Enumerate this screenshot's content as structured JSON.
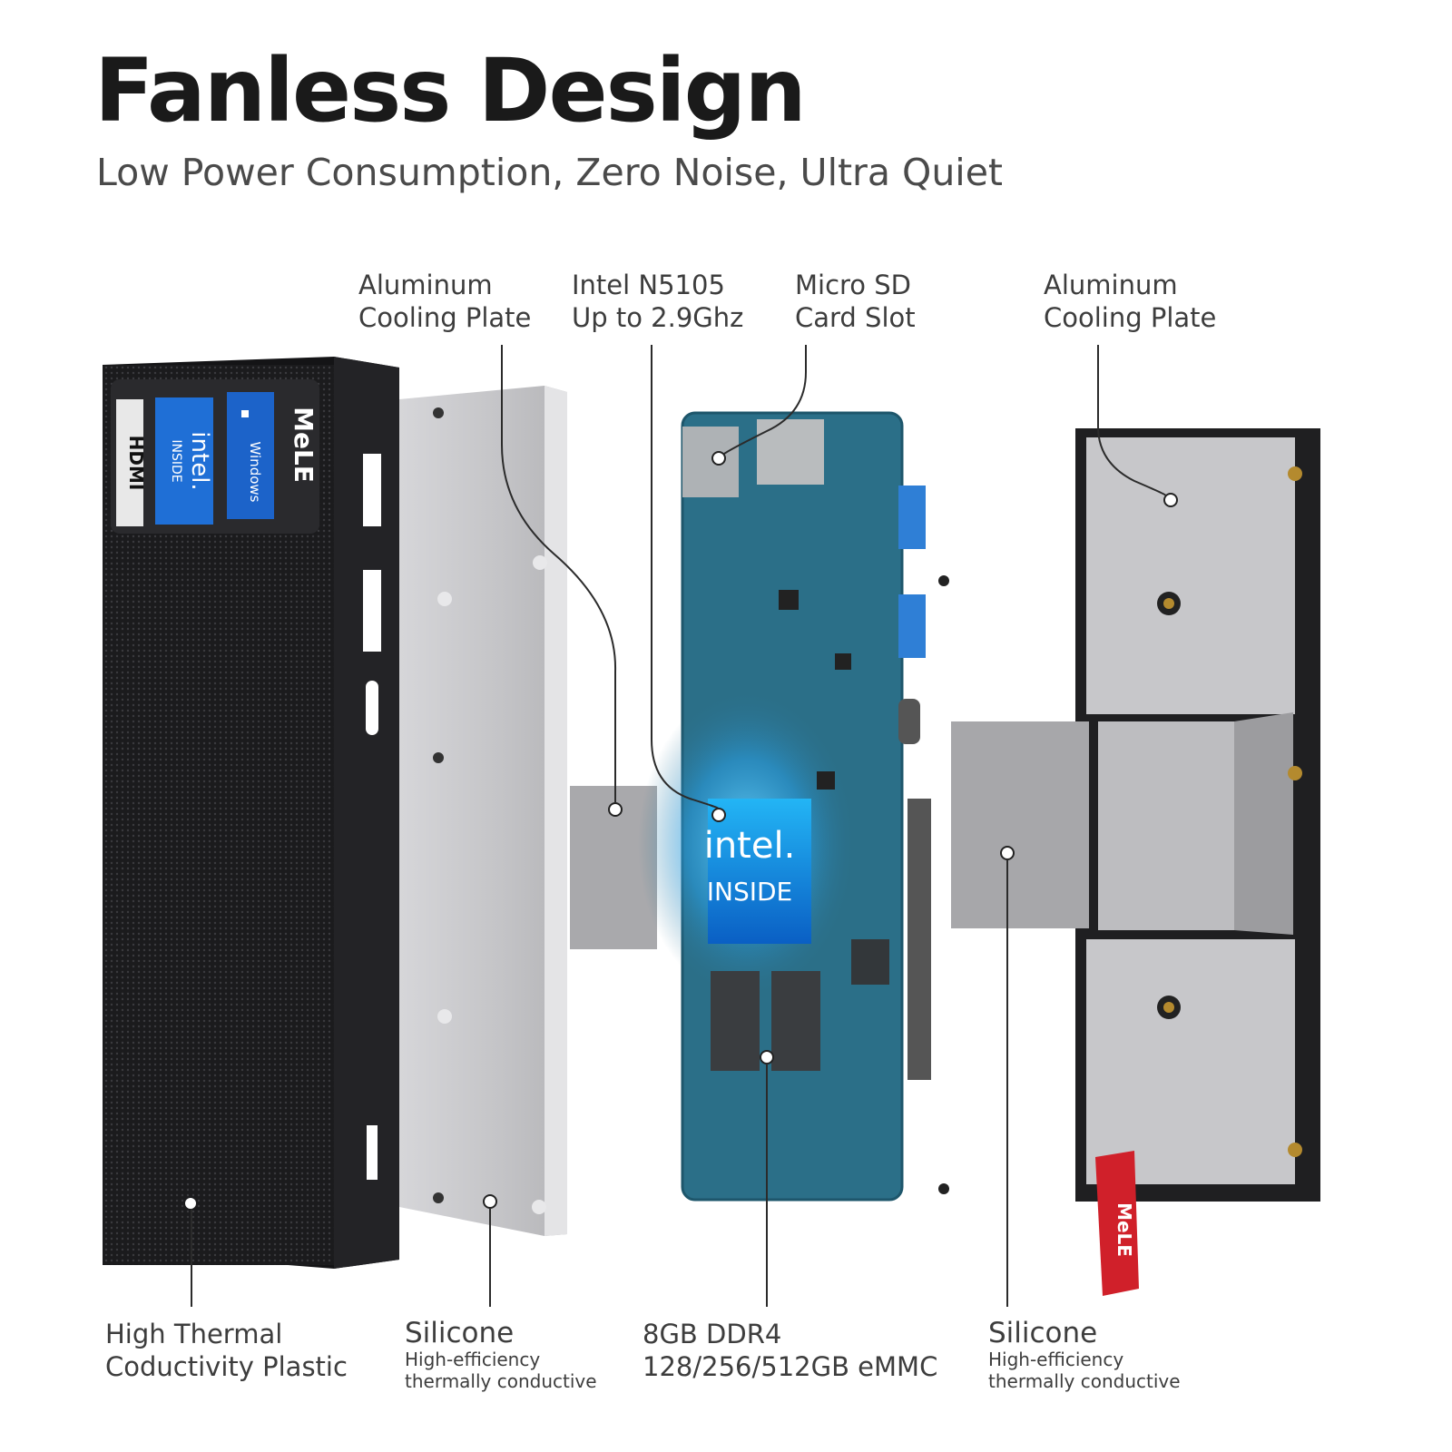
{
  "header": {
    "title": "Fanless Design",
    "subtitle": "Low Power Consumption, Zero Noise, Ultra Quiet"
  },
  "top_labels": [
    {
      "line1": "Aluminum",
      "line2": "Cooling Plate"
    },
    {
      "line1": "Intel N5105",
      "line2": "Up to 2.9Ghz"
    },
    {
      "line1": "Micro SD",
      "line2": "Card Slot"
    },
    {
      "line1": "Aluminum",
      "line2": "Cooling Plate"
    }
  ],
  "bottom_labels": [
    {
      "line1": "High Thermal",
      "line2": "Coductivity Plastic"
    },
    {
      "title": "Silicone",
      "line1": "High-efficiency",
      "line2": "thermally conductive"
    },
    {
      "line1": "8GB DDR4",
      "line2": "128/256/512GB eMMC"
    },
    {
      "title": "Silicone",
      "line1": "High-efficiency",
      "line2": "thermally conductive"
    }
  ],
  "device_badges": {
    "hdmi": "HDMI",
    "intel_word": "intel.",
    "intel_sub": "INSIDE",
    "windows": "Windows",
    "brand": "MeLE"
  },
  "board_badge": {
    "word": "intel.",
    "sub": "INSIDE"
  },
  "strap_brand": "MeLE",
  "colors": {
    "case": "#1c1c1e",
    "aluminum": "#c9c9cc",
    "pcb": "#2a6f8c",
    "silicone": "#a7a7aa",
    "intel_blue": "#0a6fd6",
    "strap": "#d0202a"
  }
}
